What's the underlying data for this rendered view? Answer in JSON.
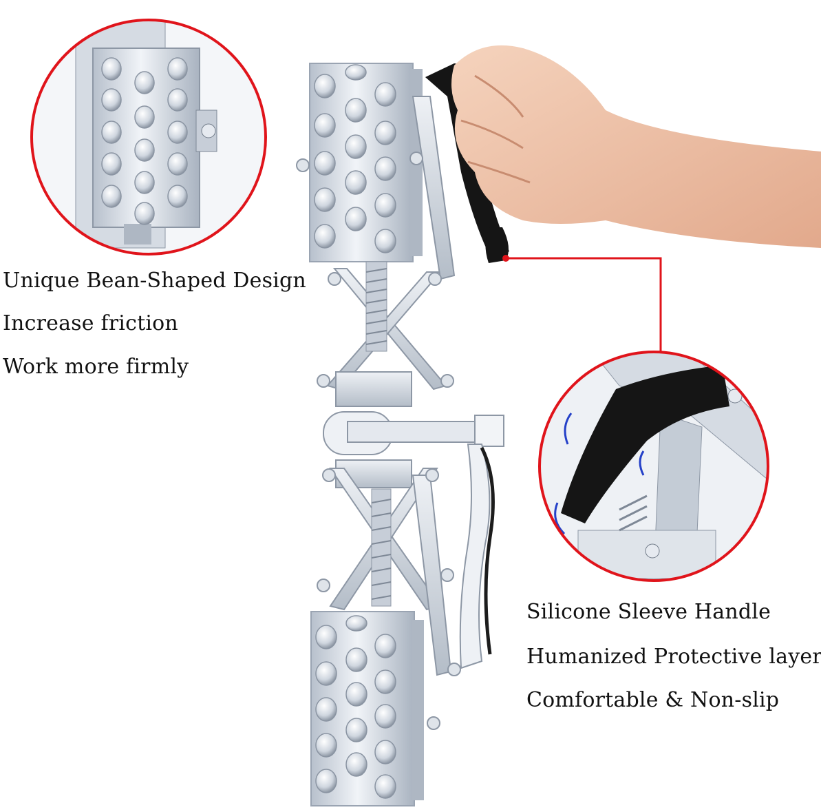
{
  "captions": {
    "left": [
      "Unique Bean-Shaped Design",
      "Increase friction",
      "Work more firmly"
    ],
    "right": [
      "Silicone Sleeve Handle",
      "Humanized Protective layer",
      "Comfortable & Non-slip"
    ]
  },
  "colors": {
    "callout_ring": "#e0141b",
    "metal_light": "#e8ecf2",
    "metal_mid": "#c4ccd6",
    "metal_dark": "#8e98a6",
    "handle_black": "#121212",
    "skin": "#efc3a8"
  },
  "icons": [
    "pedal-closeup-callout",
    "handle-closeup-callout",
    "hand-gripping-handle",
    "pedal-jack-tool"
  ]
}
